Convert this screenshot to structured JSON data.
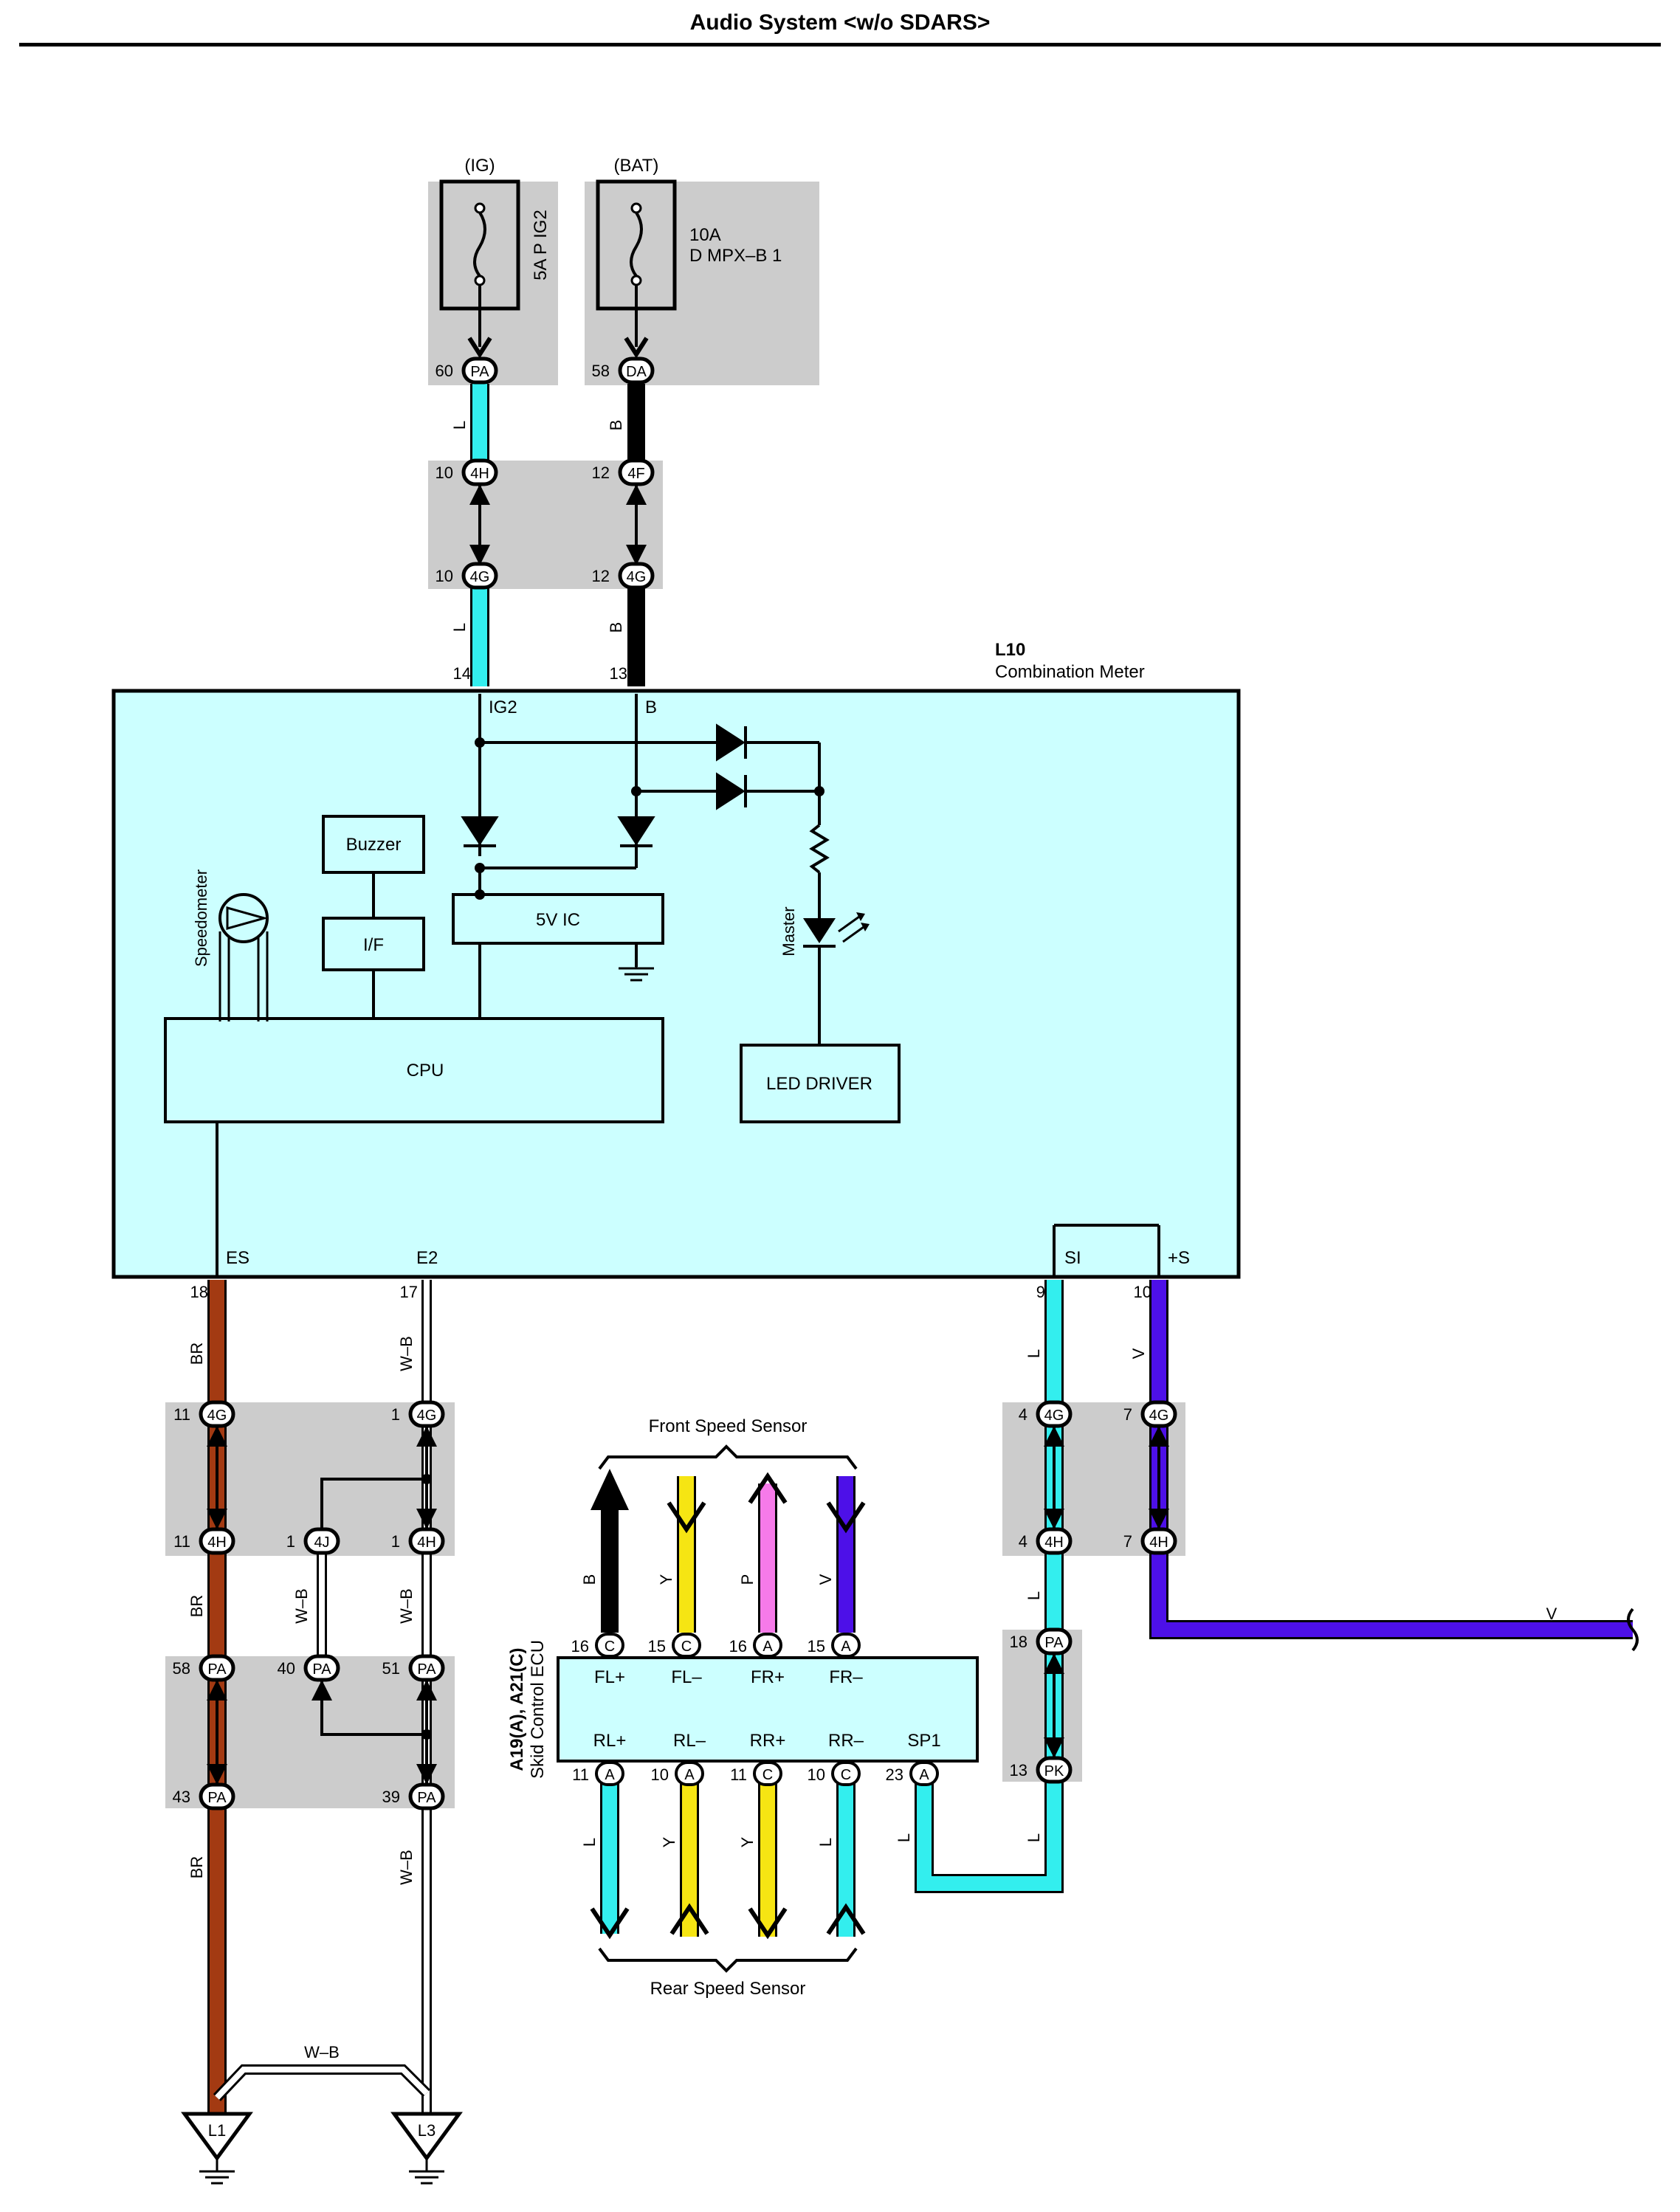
{
  "title": "Audio System <w/o SDARS>",
  "colors": {
    "L": "#33eeee",
    "B": "#000000",
    "BR": "#a33a12",
    "V": "#4d10e8",
    "Y": "#f6e513",
    "P": "#f67ae9",
    "W-B": "#ffffff",
    "box_fill": "#ccffff",
    "junction_fill": "#cccccc"
  },
  "fuses": {
    "ig": {
      "source": "(IG)",
      "name": "5A P IG2",
      "pin": "60",
      "conn": "PA"
    },
    "bat": {
      "source": "(BAT)",
      "rating": "10A",
      "name": "D MPX–B 1",
      "pin": "58",
      "conn": "DA"
    }
  },
  "wires": {
    "L": "L",
    "B": "B",
    "BR": "BR",
    "WB": "W–B",
    "V": "V",
    "Y": "Y",
    "P": "P"
  },
  "top_junction": {
    "left_upper": {
      "pin": "10",
      "conn": "4H"
    },
    "right_upper": {
      "pin": "12",
      "conn": "4F"
    },
    "left_lower": {
      "pin": "10",
      "conn": "4G"
    },
    "right_lower": {
      "pin": "12",
      "conn": "4G"
    }
  },
  "meter": {
    "code": "L10",
    "name": "Combination Meter",
    "pins": {
      "ig2": "14",
      "b": "13",
      "es": "18",
      "e2": "17",
      "si": "9",
      "s": "10"
    },
    "terminals": {
      "ig2": "IG2",
      "b": "B",
      "es": "ES",
      "e2": "E2",
      "si": "SI",
      "s": "+S"
    },
    "blocks": {
      "buzzer": "Buzzer",
      "if": "I/F",
      "ic": "5V IC",
      "cpu": "CPU",
      "led": "LED DRIVER"
    },
    "speedometer": "Speedometer",
    "master": "Master"
  },
  "left_junction": {
    "c1": {
      "pin": "11",
      "conn": "4G"
    },
    "c2": {
      "pin": "1",
      "conn": "4G"
    },
    "c3": {
      "pin": "11",
      "conn": "4H"
    },
    "c4": {
      "pin": "1",
      "conn": "4J"
    },
    "c5": {
      "pin": "1",
      "conn": "4H"
    },
    "c6": {
      "pin": "58",
      "conn": "PA"
    },
    "c7": {
      "pin": "40",
      "conn": "PA"
    },
    "c8": {
      "pin": "51",
      "conn": "PA"
    },
    "c9": {
      "pin": "43",
      "conn": "PA"
    },
    "c10": {
      "pin": "39",
      "conn": "PA"
    }
  },
  "grounds": {
    "l1": "L1",
    "l3": "L3"
  },
  "right_junction": {
    "c1": {
      "pin": "4",
      "conn": "4G"
    },
    "c2": {
      "pin": "7",
      "conn": "4G"
    },
    "c3": {
      "pin": "4",
      "conn": "4H"
    },
    "c4": {
      "pin": "7",
      "conn": "4H"
    },
    "c5": {
      "pin": "18",
      "conn": "PA"
    },
    "c6": {
      "pin": "13",
      "conn": "PK"
    }
  },
  "ecu": {
    "code": "A19(A), A21(C)",
    "name": "Skid Control ECU",
    "front_sensor": "Front Speed Sensor",
    "rear_sensor": "Rear Speed Sensor",
    "top_pins": [
      {
        "pin": "16",
        "conn": "C",
        "label": "FL+",
        "wire": "B"
      },
      {
        "pin": "15",
        "conn": "C",
        "label": "FL–",
        "wire": "Y"
      },
      {
        "pin": "16",
        "conn": "A",
        "label": "FR+",
        "wire": "P"
      },
      {
        "pin": "15",
        "conn": "A",
        "label": "FR–",
        "wire": "V"
      }
    ],
    "bottom_pins": [
      {
        "pin": "11",
        "conn": "A",
        "label": "RL+",
        "wire": "L"
      },
      {
        "pin": "10",
        "conn": "A",
        "label": "RL–",
        "wire": "Y"
      },
      {
        "pin": "11",
        "conn": "C",
        "label": "RR+",
        "wire": "Y"
      },
      {
        "pin": "10",
        "conn": "C",
        "label": "RR–",
        "wire": "L"
      },
      {
        "pin": "23",
        "conn": "A",
        "label": "SP1",
        "wire": "L"
      }
    ]
  }
}
